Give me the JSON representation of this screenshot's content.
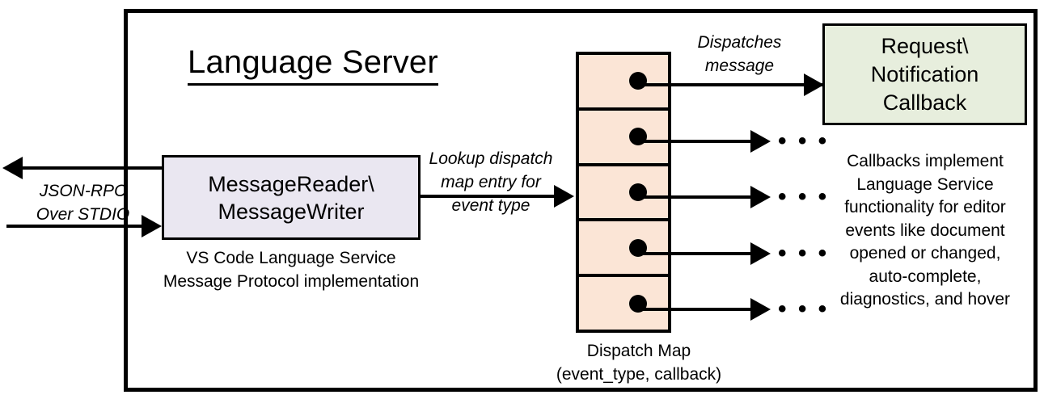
{
  "diagram": {
    "title": "Language Server",
    "frame_label": "language-server-boundary"
  },
  "reader": {
    "box_label": "MessageReader\\\nMessageWriter",
    "box_line1": "MessageReader\\",
    "box_line2": "MessageWriter",
    "caption_line1": "VS Code Language Service",
    "caption_line2": "Message Protocol implementation",
    "fill_color": "#eae7f1"
  },
  "transport": {
    "label_line1": "JSON-RPC",
    "label_line2": "Over STDIO",
    "inbound_direction": "right",
    "outbound_direction": "left"
  },
  "lookup": {
    "label_line1": "Lookup dispatch",
    "label_line2": "map entry for",
    "label_line3": "event type"
  },
  "dispatch_map": {
    "caption_line1": "Dispatch Map",
    "caption_line2": "(event_type, callback)",
    "fill_color": "#fbe5d6",
    "rows": [
      {
        "id": "row-1",
        "has_dot": true,
        "target": "callback-box"
      },
      {
        "id": "row-2",
        "has_dot": true,
        "target": "ellipsis"
      },
      {
        "id": "row-3",
        "has_dot": true,
        "target": "ellipsis"
      },
      {
        "id": "row-4",
        "has_dot": true,
        "target": "ellipsis"
      },
      {
        "id": "row-5",
        "has_dot": true,
        "target": "ellipsis"
      }
    ],
    "ellipsis_glyph": "• • •"
  },
  "dispatch": {
    "label_line1": "Dispatches",
    "label_line2": "message"
  },
  "callback": {
    "box_line1": "Request\\",
    "box_line2": "Notification",
    "box_line3": "Callback",
    "fill_color": "#e7eedd",
    "description_line1": "Callbacks implement",
    "description_line2": "Language Service",
    "description_line3": "functionality for editor",
    "description_line4": "events like document",
    "description_line5": "opened or changed,",
    "description_line6": "auto-complete,",
    "description_line7": "diagnostics, and hover"
  }
}
